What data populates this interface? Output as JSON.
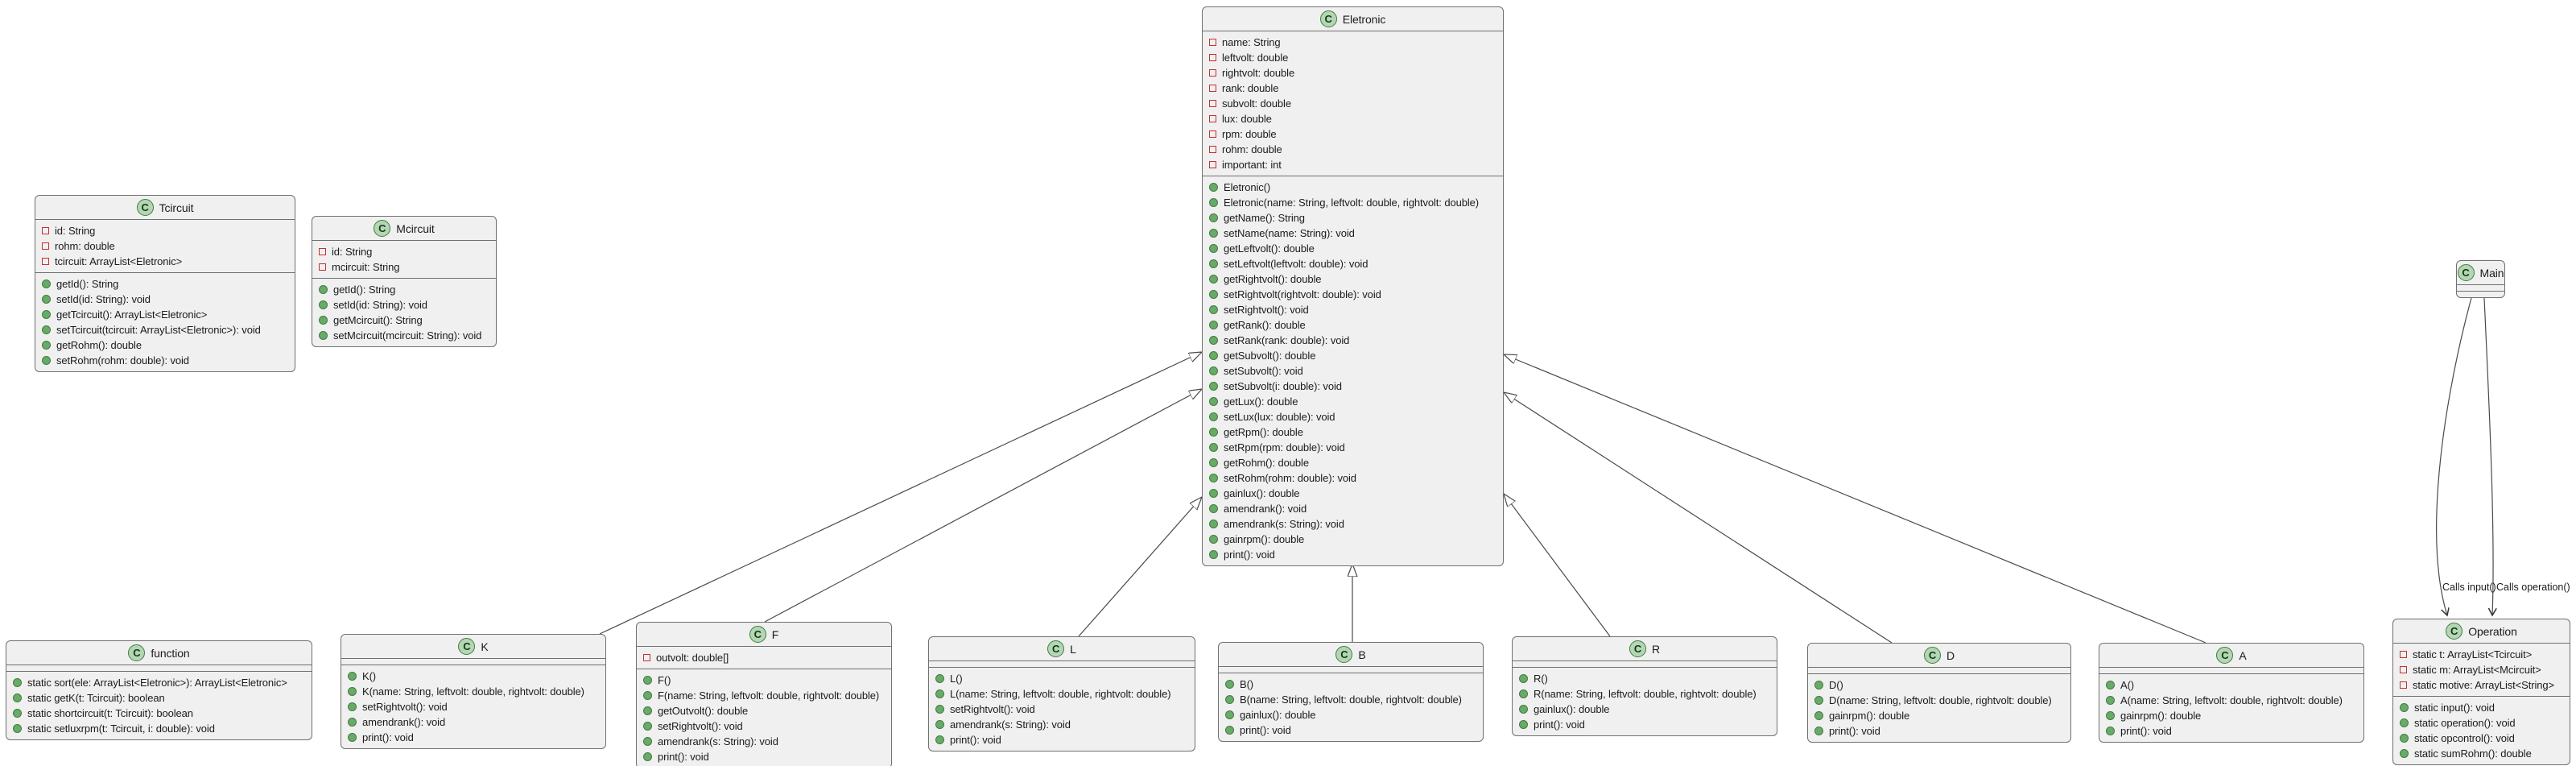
{
  "diagram": {
    "title": "UML class diagram",
    "background_color": "#ffffff",
    "node_fill_color": "#f0f0f0",
    "node_border_color": "#707070",
    "edge_color": "#4a4a4a",
    "class_icon": {
      "letter": "C",
      "fill": "#b4d6b4",
      "border": "#3f7d3f"
    },
    "field_icon": {
      "name": "red-open-square-private-field-icon",
      "color": "#c53030"
    },
    "method_icon": {
      "name": "green-circle-public-method-icon",
      "fill": "#69aa69",
      "border": "#3f7d3f"
    }
  },
  "classes": [
    {
      "id": "eletronic",
      "name": "Eletronic",
      "fields": [
        "name: String",
        "leftvolt: double",
        "rightvolt: double",
        "rank: double",
        "subvolt: double",
        "lux: double",
        "rpm: double",
        "rohm: double",
        "important: int"
      ],
      "methods": [
        "Eletronic()",
        "Eletronic(name: String, leftvolt: double, rightvolt: double)",
        "getName(): String",
        "setName(name: String): void",
        "getLeftvolt(): double",
        "setLeftvolt(leftvolt: double): void",
        "getRightvolt(): double",
        "setRightvolt(rightvolt: double): void",
        "setRightvolt(): void",
        "getRank(): double",
        "setRank(rank: double): void",
        "getSubvolt(): double",
        "setSubvolt(): void",
        "setSubvolt(i: double): void",
        "getLux(): double",
        "setLux(lux: double): void",
        "getRpm(): double",
        "setRpm(rpm: double): void",
        "getRohm(): double",
        "setRohm(rohm: double): void",
        "gainlux(): double",
        "amendrank(): void",
        "amendrank(s: String): void",
        "gainrpm(): double",
        "print(): void"
      ]
    },
    {
      "id": "tcircuit",
      "name": "Tcircuit",
      "fields": [
        "id: String",
        "rohm: double",
        "tcircuit: ArrayList<Eletronic>"
      ],
      "methods": [
        "getId(): String",
        "setId(id: String): void",
        "getTcircuit(): ArrayList<Eletronic>",
        "setTcircuit(tcircuit: ArrayList<Eletronic>): void",
        "getRohm(): double",
        "setRohm(rohm: double): void"
      ]
    },
    {
      "id": "mcircuit",
      "name": "Mcircuit",
      "fields": [
        "id: String",
        "mcircuit: String"
      ],
      "methods": [
        "getId(): String",
        "setId(id: String): void",
        "getMcircuit(): String",
        "setMcircuit(mcircuit: String): void"
      ]
    },
    {
      "id": "main",
      "name": "Main",
      "fields": [],
      "methods": []
    },
    {
      "id": "function",
      "name": "function",
      "fields": [],
      "methods": [
        "static sort(ele: ArrayList<Eletronic>): ArrayList<Eletronic>",
        "static getK(t: Tcircuit): boolean",
        "static shortcircuit(t: Tcircuit): boolean",
        "static setluxrpm(t: Tcircuit, i: double): void"
      ]
    },
    {
      "id": "k",
      "name": "K",
      "fields": [],
      "methods": [
        "K()",
        "K(name: String, leftvolt: double, rightvolt: double)",
        "setRightvolt(): void",
        "amendrank(): void",
        "print(): void"
      ]
    },
    {
      "id": "f",
      "name": "F",
      "fields": [
        "outvolt: double[]"
      ],
      "methods": [
        "F()",
        "F(name: String, leftvolt: double, rightvolt: double)",
        "getOutvolt(): double",
        "setRightvolt(): void",
        "amendrank(s: String): void",
        "print(): void"
      ]
    },
    {
      "id": "l",
      "name": "L",
      "fields": [],
      "methods": [
        "L()",
        "L(name: String, leftvolt: double, rightvolt: double)",
        "setRightvolt(): void",
        "amendrank(s: String): void",
        "print(): void"
      ]
    },
    {
      "id": "b",
      "name": "B",
      "fields": [],
      "methods": [
        "B()",
        "B(name: String, leftvolt: double, rightvolt: double)",
        "gainlux(): double",
        "print(): void"
      ]
    },
    {
      "id": "r",
      "name": "R",
      "fields": [],
      "methods": [
        "R()",
        "R(name: String, leftvolt: double, rightvolt: double)",
        "gainlux(): double",
        "print(): void"
      ]
    },
    {
      "id": "d",
      "name": "D",
      "fields": [],
      "methods": [
        "D()",
        "D(name: String, leftvolt: double, rightvolt: double)",
        "gainrpm(): double",
        "print(): void"
      ]
    },
    {
      "id": "a",
      "name": "A",
      "fields": [],
      "methods": [
        "A()",
        "A(name: String, leftvolt: double, rightvolt: double)",
        "gainrpm(): double",
        "print(): void"
      ]
    },
    {
      "id": "operation",
      "name": "Operation",
      "fields": [
        "static t: ArrayList<Tcircuit>",
        "static m: ArrayList<Mcircuit>",
        "static motive: ArrayList<String>"
      ],
      "methods": [
        "static input(): void",
        "static operation(): void",
        "static opcontrol(): void",
        "static sumRohm(): double"
      ]
    }
  ],
  "edges": [
    {
      "from": "K",
      "to": "Eletronic",
      "type": "generalization"
    },
    {
      "from": "F",
      "to": "Eletronic",
      "type": "generalization"
    },
    {
      "from": "L",
      "to": "Eletronic",
      "type": "generalization"
    },
    {
      "from": "B",
      "to": "Eletronic",
      "type": "generalization"
    },
    {
      "from": "R",
      "to": "Eletronic",
      "type": "generalization"
    },
    {
      "from": "D",
      "to": "Eletronic",
      "type": "generalization"
    },
    {
      "from": "A",
      "to": "Eletronic",
      "type": "generalization"
    },
    {
      "from": "Main",
      "to": "Operation",
      "type": "call",
      "label": "Calls input()"
    },
    {
      "from": "Main",
      "to": "Operation",
      "type": "call",
      "label": "Calls operation()"
    }
  ]
}
